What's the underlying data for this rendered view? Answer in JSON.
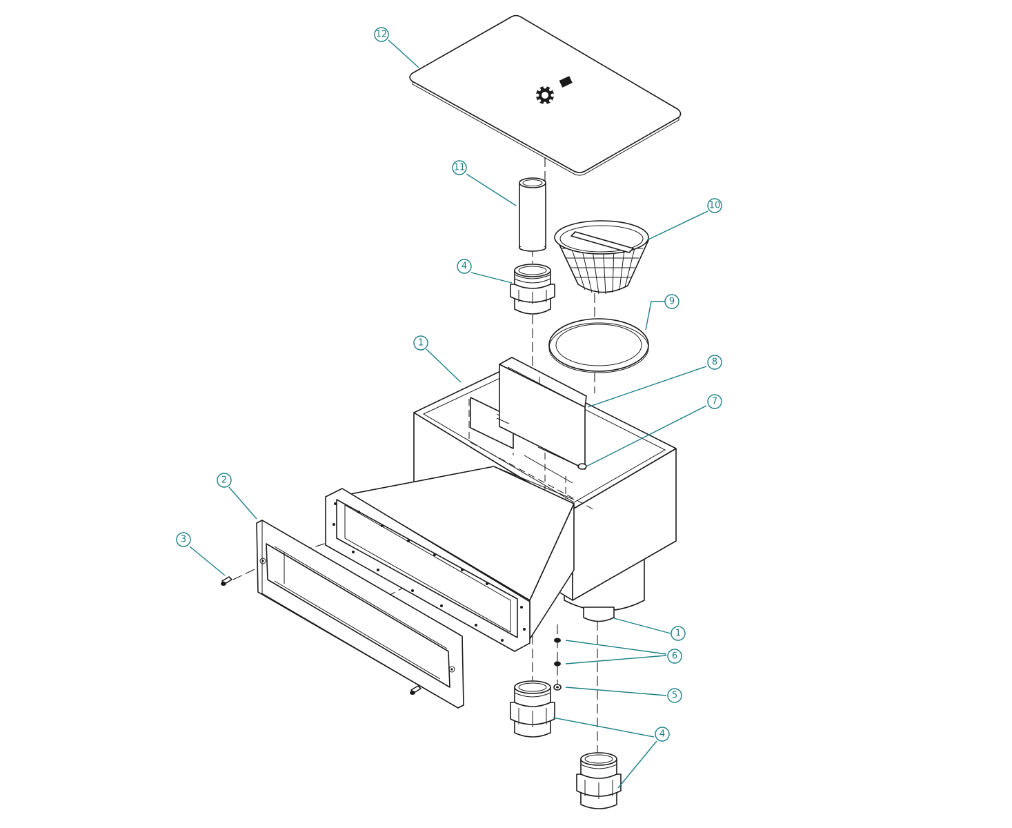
{
  "colors": {
    "callout": "#1a7f86",
    "line": "#1a1a1a",
    "background": "#ffffff"
  },
  "callouts": [
    {
      "id": "c12",
      "label": "12"
    },
    {
      "id": "c11",
      "label": "11"
    },
    {
      "id": "c10",
      "label": "10"
    },
    {
      "id": "c4a",
      "label": "4"
    },
    {
      "id": "c9",
      "label": "9"
    },
    {
      "id": "c1a",
      "label": "1"
    },
    {
      "id": "c8",
      "label": "8"
    },
    {
      "id": "c7",
      "label": "7"
    },
    {
      "id": "c2",
      "label": "2"
    },
    {
      "id": "c3",
      "label": "3"
    },
    {
      "id": "c1b",
      "label": "1"
    },
    {
      "id": "c6",
      "label": "6"
    },
    {
      "id": "c5",
      "label": "5"
    },
    {
      "id": "c4b",
      "label": "4"
    }
  ]
}
